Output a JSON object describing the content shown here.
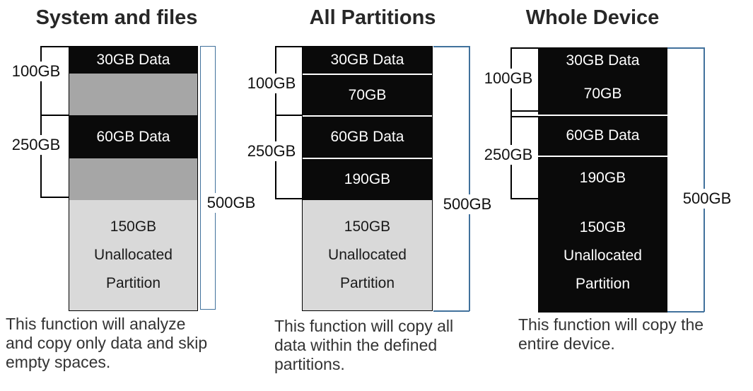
{
  "figure": {
    "colors": {
      "data_black": "#0a0a0a",
      "empty_space_gray": "#a6a6a6",
      "unallocated_gray": "#d9d9d9",
      "capacity_bracket_blue": "#41719c"
    },
    "columns": [
      {
        "title": "System and files",
        "caption": "This function will analyze\nand copy only data and skip\nempty spaces.",
        "markers": {
          "first_partition": "100GB",
          "second_partition": "250GB",
          "device_total": "500GB"
        },
        "segments": [
          {
            "label": "30GB Data",
            "kind": "data"
          },
          {
            "label": "",
            "kind": "empty-space-skipped"
          },
          {
            "label": "60GB Data",
            "kind": "data"
          },
          {
            "label": "",
            "kind": "empty-space-skipped"
          },
          {
            "label": "150GB\nUnallocated\nPartition",
            "kind": "unallocated"
          }
        ]
      },
      {
        "title": "All Partitions",
        "caption": "This function will copy all\ndata within the defined\npartitions.",
        "markers": {
          "first_partition": "100GB",
          "second_partition": "250GB",
          "device_total": "500GB"
        },
        "segments": [
          {
            "label": "30GB Data",
            "kind": "data"
          },
          {
            "label": "70GB",
            "kind": "copied-space"
          },
          {
            "label": "60GB Data",
            "kind": "data"
          },
          {
            "label": "190GB",
            "kind": "copied-space"
          },
          {
            "label": "150GB\nUnallocated\nPartition",
            "kind": "unallocated"
          }
        ]
      },
      {
        "title": "Whole Device",
        "caption": "This function will copy the\nentire device.",
        "markers": {
          "first_partition": "100GB",
          "second_partition": "250GB",
          "device_total": "500GB"
        },
        "segments": [
          {
            "label": "30GB Data",
            "kind": "data"
          },
          {
            "label": "70GB",
            "kind": "copied-space"
          },
          {
            "label": "60GB Data",
            "kind": "data"
          },
          {
            "label": "190GB",
            "kind": "copied-space"
          },
          {
            "label": "150GB\nUnallocated\nPartition",
            "kind": "copied-unallocated"
          }
        ]
      }
    ]
  }
}
